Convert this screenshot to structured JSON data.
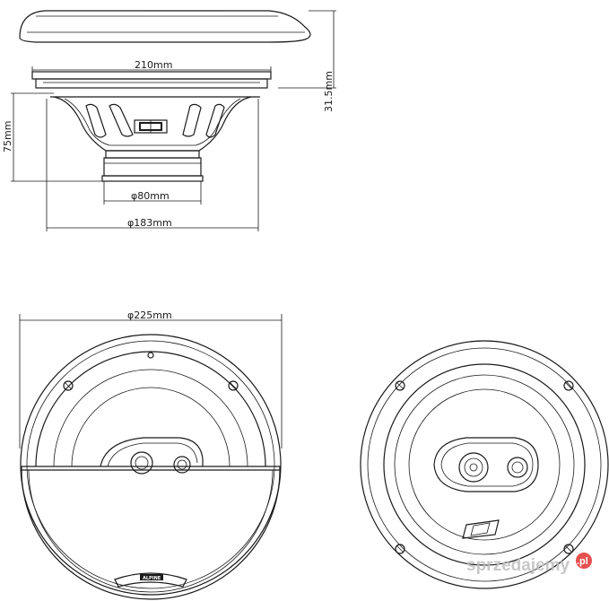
{
  "dimensions": {
    "width_top": "210mm",
    "depth_total": "31.5mm",
    "mount_depth": "75mm",
    "magnet_dia": "φ80mm",
    "cutout_dia": "φ183mm",
    "outer_dia": "φ225mm"
  },
  "labels": {
    "front_logo": "ALPINE",
    "watermark": "sprzedajemy",
    "watermark_tld": ".pl"
  },
  "colors": {
    "line": "#1a1a1a",
    "watermark": "#bdbdbd",
    "watermark_badge": "#e0312f"
  }
}
